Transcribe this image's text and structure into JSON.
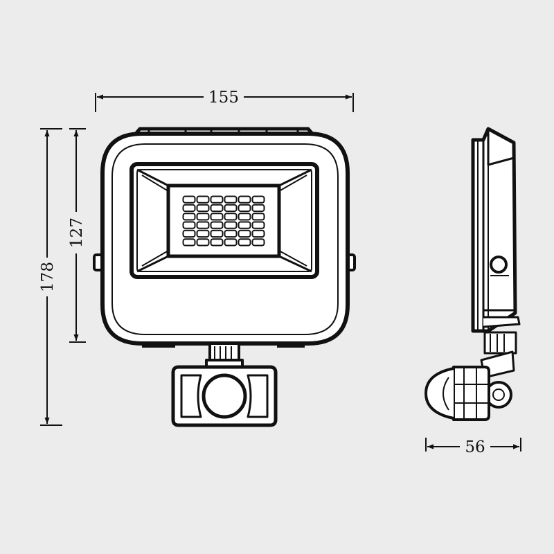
{
  "dimensions": {
    "width_mm": "155",
    "height_total_mm": "178",
    "height_body_mm": "127",
    "depth_mm": "56"
  },
  "led_grid": {
    "rows": 6,
    "cols": 6
  },
  "colors": {
    "background": "#ececec",
    "line": "#111111",
    "fill": "#ffffff"
  }
}
